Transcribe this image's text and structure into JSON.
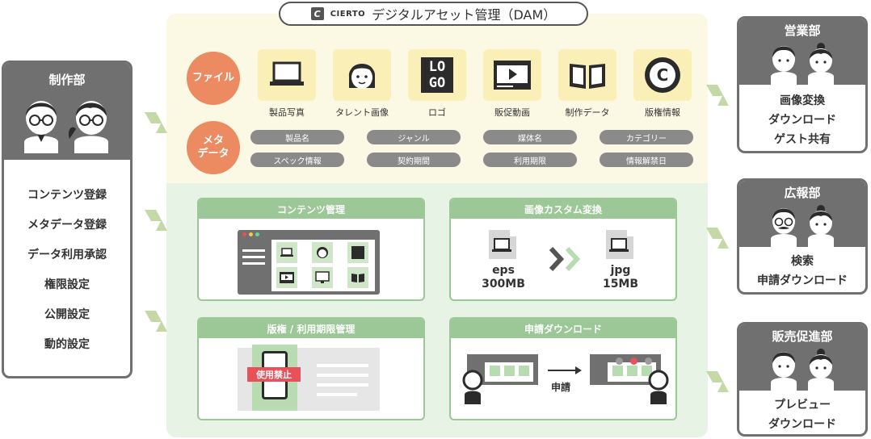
{
  "title": {
    "brand": "CIERTO",
    "text": "デジタルアセット管理（DAM）"
  },
  "labels": {
    "files": "ファイル",
    "meta_line1": "メタ",
    "meta_line2": "データ"
  },
  "files": [
    {
      "label": "製品写真",
      "icon": "laptop-icon"
    },
    {
      "label": "タレント画像",
      "icon": "face-icon"
    },
    {
      "label": "ロゴ",
      "icon": "logo-icon"
    },
    {
      "label": "販促動画",
      "icon": "video-icon"
    },
    {
      "label": "制作データ",
      "icon": "book-icon"
    },
    {
      "label": "版権情報",
      "icon": "copyright-icon"
    }
  ],
  "logo_text": {
    "l1": "LO",
    "l2": "GO",
    "copyright": "C"
  },
  "meta": [
    "製品名",
    "ジャンル",
    "媒体名",
    "カテゴリー",
    "スペック情報",
    "契約期間",
    "利用期限",
    "情報解禁日"
  ],
  "features": {
    "contents": {
      "title": "コンテンツ管理"
    },
    "convert": {
      "title": "画像カスタム変換",
      "from_fmt": "eps",
      "from_size": "300MB",
      "to_fmt": "jpg",
      "to_size": "15MB"
    },
    "rights": {
      "title": "版権 / 利用期限管理",
      "stamp": "使用禁止"
    },
    "download": {
      "title": "申請ダウンロード",
      "apply": "申請"
    }
  },
  "departments": {
    "production": {
      "name": "制作部",
      "items": [
        "コンテンツ登録",
        "メタデータ登録",
        "データ利用承認",
        "権限設定",
        "公開設定",
        "動的設定"
      ]
    },
    "sales": {
      "name": "営業部",
      "items": [
        "画像変換",
        "ダウンロード",
        "ゲスト共有"
      ]
    },
    "pr": {
      "name": "広報部",
      "items": [
        "検索",
        "申請ダウンロード"
      ]
    },
    "promotion": {
      "name": "販売促進部",
      "items": [
        "プレビュー",
        "ダウンロード"
      ]
    }
  },
  "colors": {
    "accent_orange": "#ec8a62",
    "tile_yellow": "#fbefb8",
    "panel_cream": "#fbf8e3",
    "panel_green": "#e7f3e4",
    "feature_green": "#9cc796",
    "dept_gray": "#707070",
    "bolt_green": "#c5d9a7",
    "stamp_red": "#e8515a"
  }
}
